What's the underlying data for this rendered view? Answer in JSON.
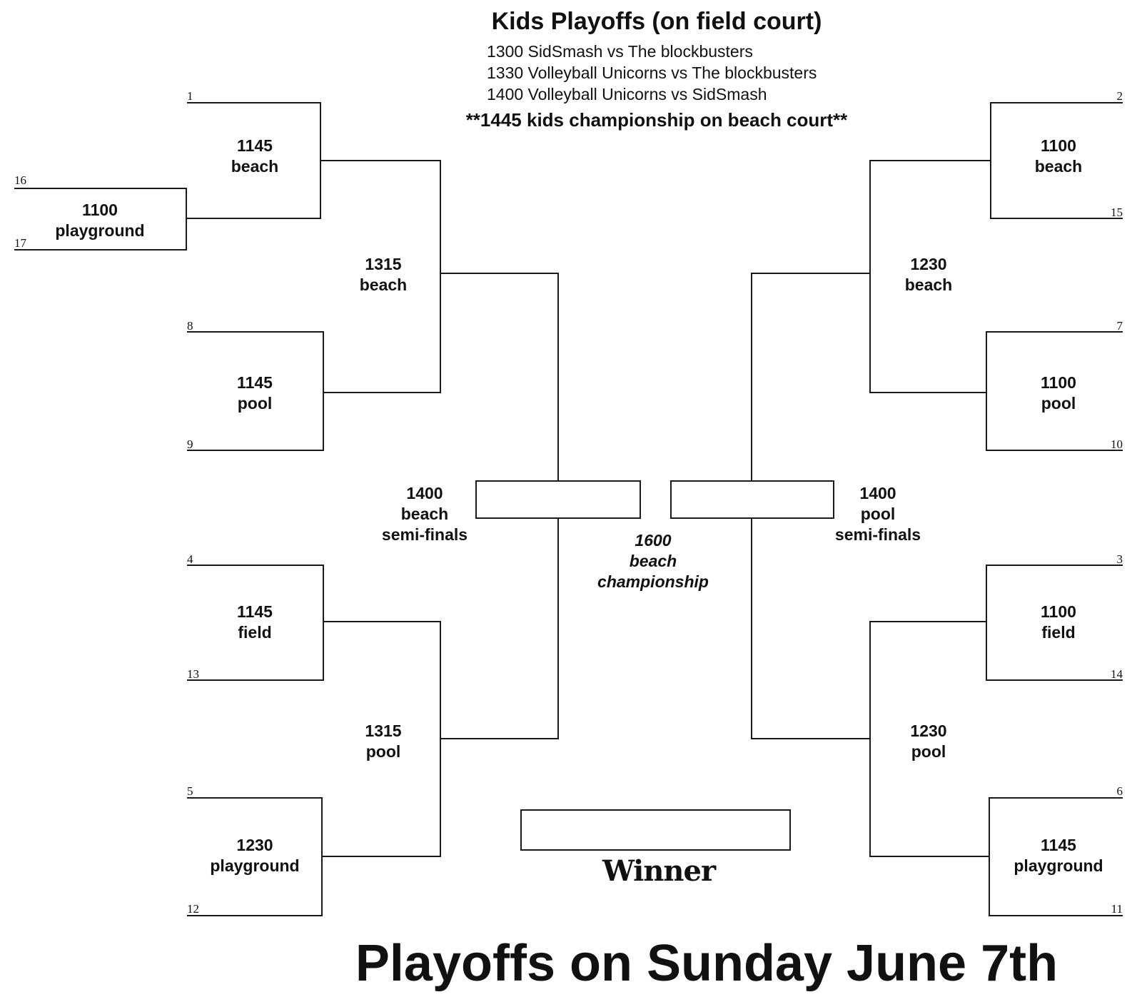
{
  "header": {
    "title": "Kids Playoffs (on field court)",
    "schedule": [
      "1300  SidSmash vs The blockbusters",
      "1330 Volleyball Unicorns vs The blockbusters",
      "1400 Volleyball Unicorns vs SidSmash"
    ],
    "note": "**1445 kids championship on beach court**"
  },
  "seeds": {
    "s1": "1",
    "s2": "2",
    "s3": "3",
    "s4": "4",
    "s5": "5",
    "s6": "6",
    "s7": "7",
    "s8": "8",
    "s9": "9",
    "s10": "10",
    "s11": "11",
    "s12": "12",
    "s13": "13",
    "s14": "14",
    "s15": "15",
    "s16": "16",
    "s17": "17"
  },
  "matches": {
    "left_r1_top": {
      "time": "1145",
      "court": "beach"
    },
    "left_play_in": {
      "time": "1100",
      "court": "playground"
    },
    "left_r1_mid": {
      "time": "1145",
      "court": "pool"
    },
    "left_r1_low": {
      "time": "1145",
      "court": "field"
    },
    "left_r1_bottom": {
      "time": "1230",
      "court": "playground"
    },
    "left_r2_top": {
      "time": "1315",
      "court": "beach"
    },
    "left_r2_bottom": {
      "time": "1315",
      "court": "pool"
    },
    "left_semi": {
      "time": "1400",
      "court": "beach",
      "round": "semi-finals"
    },
    "right_r1_top": {
      "time": "1100",
      "court": "beach"
    },
    "right_r1_mid": {
      "time": "1100",
      "court": "pool"
    },
    "right_r1_low": {
      "time": "1100",
      "court": "field"
    },
    "right_r1_bottom": {
      "time": "1145",
      "court": "playground"
    },
    "right_r2_top": {
      "time": "1230",
      "court": "beach"
    },
    "right_r2_bottom": {
      "time": "1230",
      "court": "pool"
    },
    "right_semi": {
      "time": "1400",
      "court": "pool",
      "round": "semi-finals"
    },
    "final": {
      "time": "1600",
      "court": "beach",
      "round": "championship"
    }
  },
  "winner_label": "Winner",
  "footer": {
    "title": "Playoffs on Sunday June 7th"
  }
}
